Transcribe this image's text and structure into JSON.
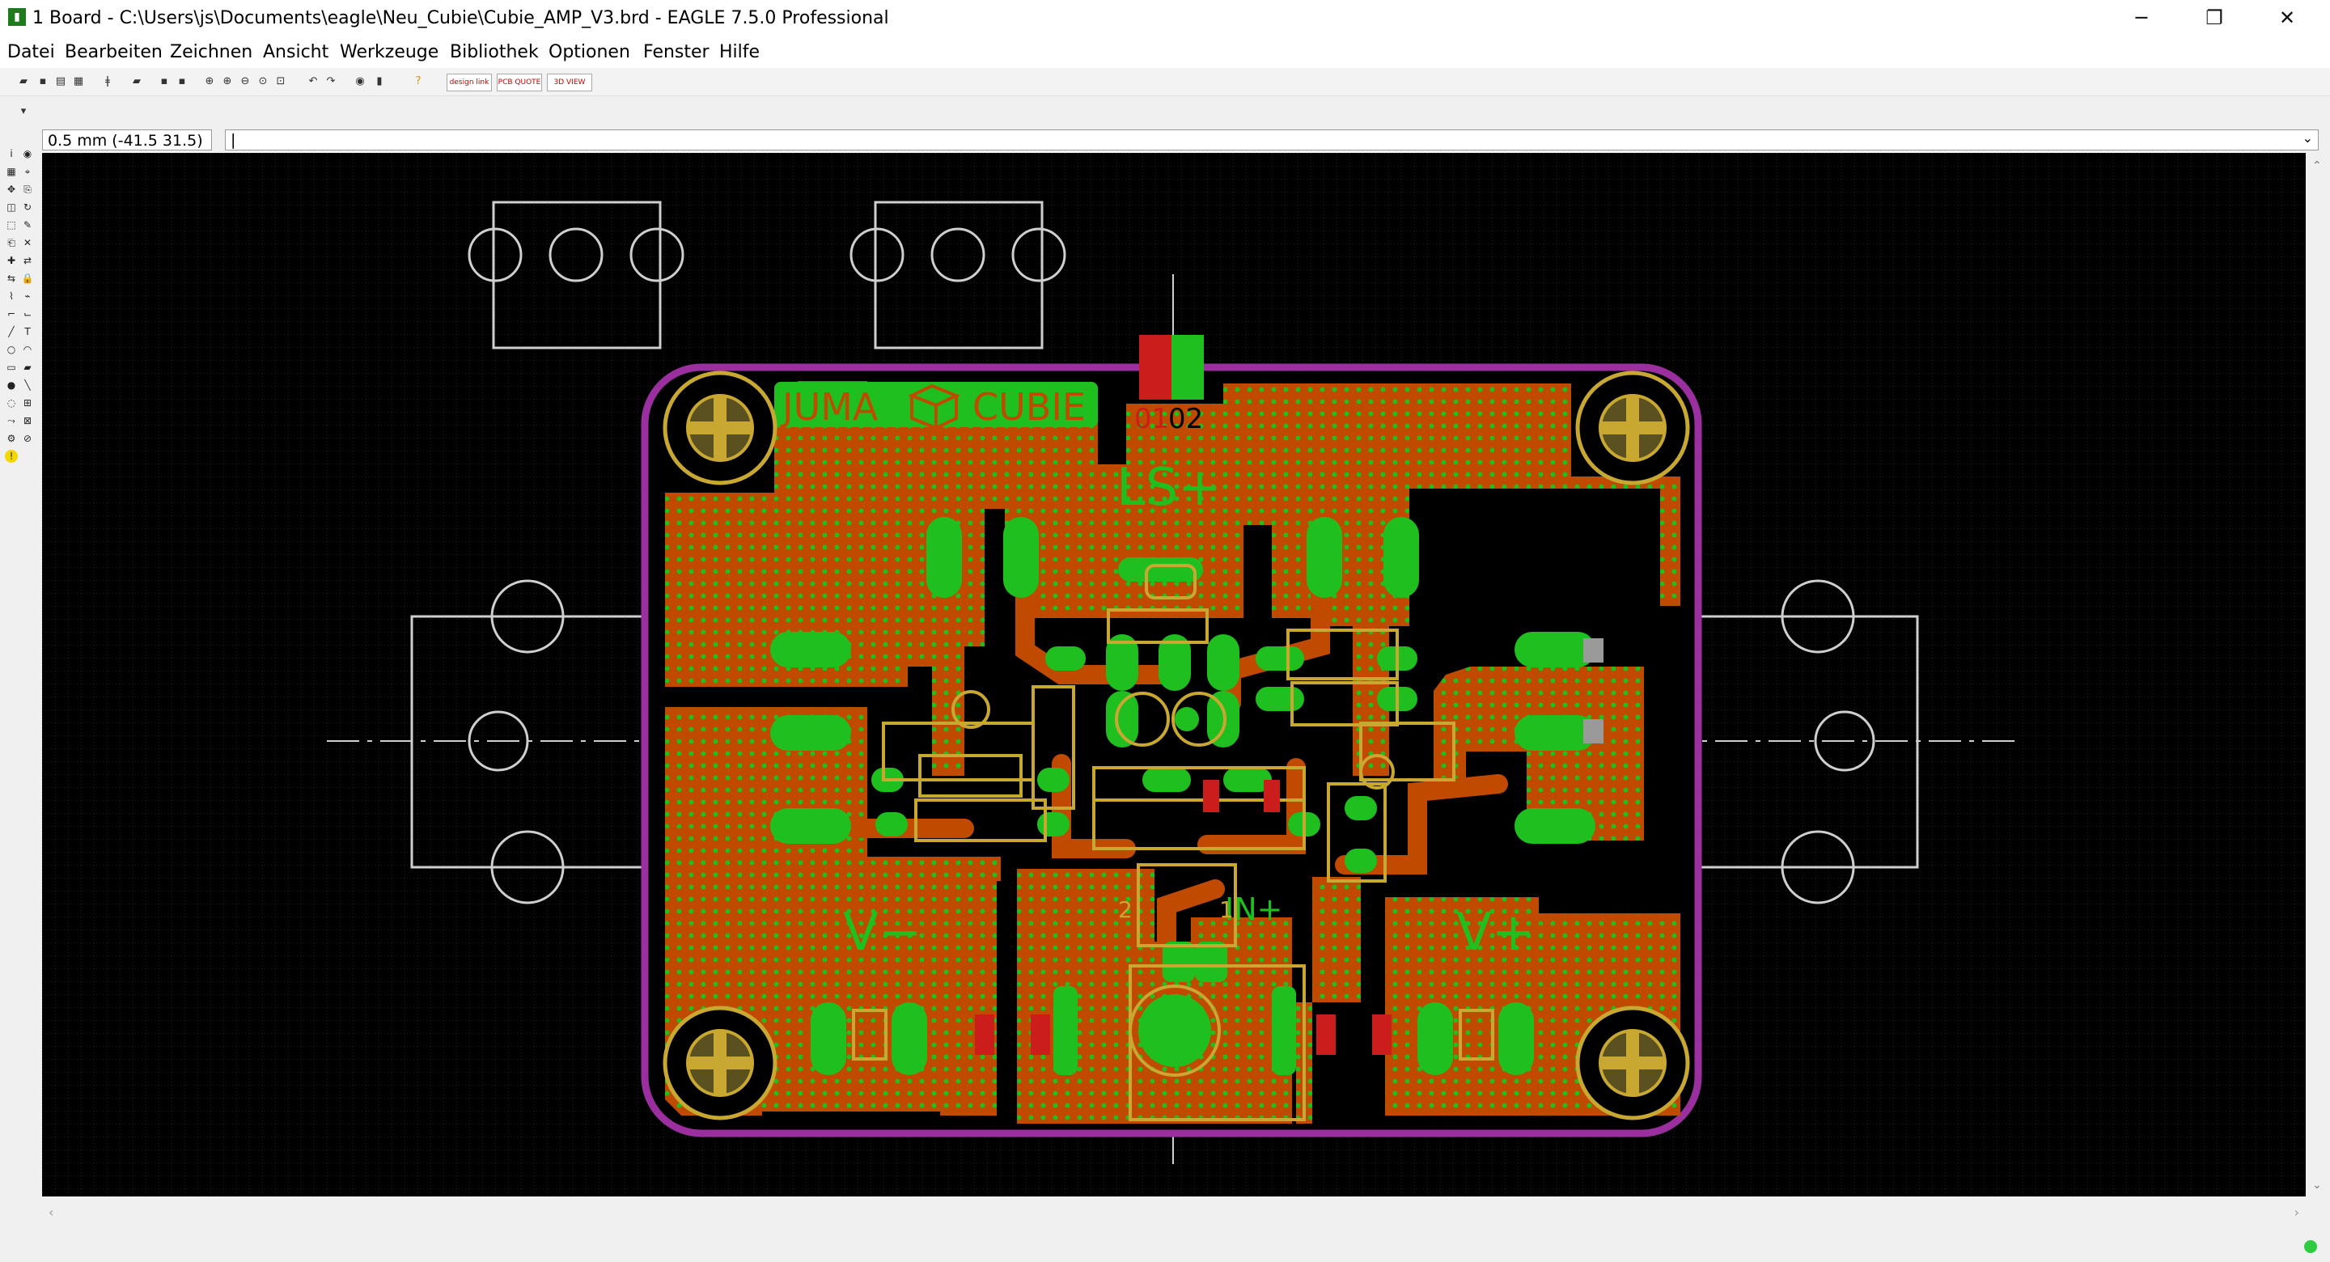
{
  "window": {
    "title": "1 Board - C:\\Users\\js\\Documents\\eagle\\Neu_Cubie\\Cubie_AMP_V3.brd - EAGLE 7.5.0 Professional",
    "app_icon": "eagle-board-icon",
    "minimize": "─",
    "restore": "❐",
    "close": "✕"
  },
  "menu": [
    "Datei",
    "Bearbeiten",
    "Zeichnen",
    "Ansicht",
    "Werkzeuge",
    "Bibliothek",
    "Optionen",
    "Fenster",
    "Hilfe"
  ],
  "toolbar": {
    "icons": [
      "open-icon",
      "save-icon",
      "print-icon",
      "cam-icon",
      "script-icon",
      "run-icon",
      "ulp-icon",
      "ulp2-icon",
      "zoom-fit-icon",
      "zoom-in-icon",
      "zoom-out-icon",
      "zoom-redraw-icon",
      "zoom-select-icon",
      "undo-icon",
      "redo-icon",
      "stop-icon",
      "go-icon",
      "help-icon"
    ],
    "widgets": [
      "design link",
      "PCB QUOTE",
      "3D VIEW"
    ]
  },
  "command": {
    "coordinates": "0.5 mm (-41.5 31.5)",
    "input_value": "|"
  },
  "board": {
    "silkscreen": {
      "logo_left": "JUMA",
      "logo_right": "CUBIE",
      "corner_label_left": "01",
      "corner_label_right": "02",
      "label_ls": "LS+",
      "label_vminus": "V−",
      "label_vplus": "V+",
      "label_in": "IN+",
      "pin2": "2",
      "pin1": "1"
    },
    "colors": {
      "background": "#000000",
      "copper": "#c04a00",
      "pads": "#1fbf1f",
      "outline": "#9b2fa0",
      "silk": "#c8a830",
      "dimension": "#cfcfcf"
    }
  },
  "status": {
    "indicator": "green-status-light"
  }
}
